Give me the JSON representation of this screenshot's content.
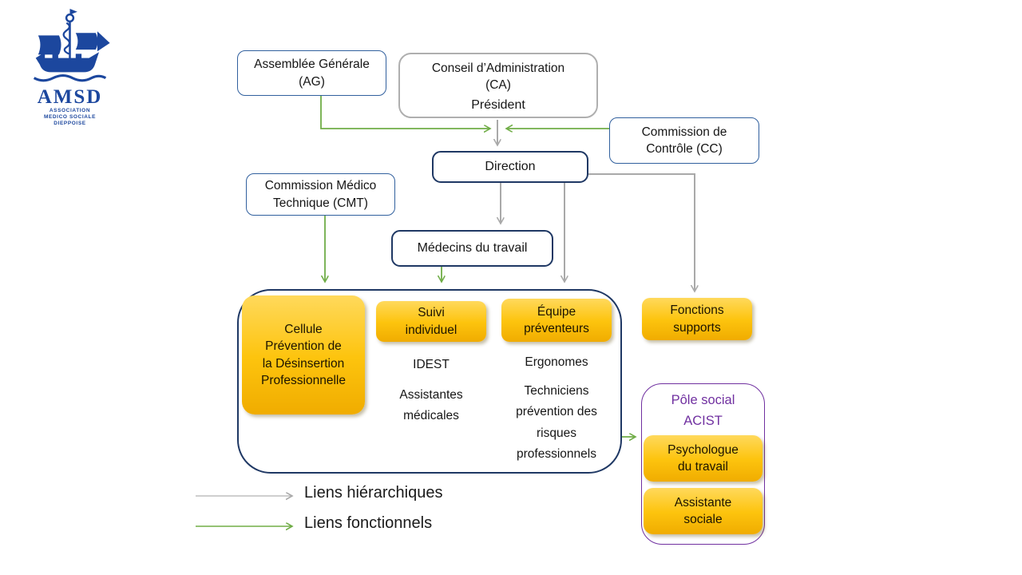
{
  "logo": {
    "abbr": "AMSD",
    "sub1": "ASSOCIATION",
    "sub2": "MEDICO SOCIALE",
    "sub3": "DIEPPOISE"
  },
  "boxes": {
    "ag": "Assemblée Générale\n(AG)",
    "ca_title": "Conseil d’Administration\n(CA)",
    "ca_role": "Président",
    "cc": "Commission de\nContrôle (CC)",
    "direction": "Direction",
    "cmt": "Commission Médico\nTechnique (CMT)",
    "medecins": "Médecins du travail",
    "cellule": "Cellule\nPrévention de\nla Désinsertion\nProfessionnelle",
    "suivi": "Suivi\nindividuel",
    "suivi_sub1": "IDEST",
    "suivi_sub2": "Assistantes\nmédicales",
    "equipe": "Équipe\npréventeurs",
    "equipe_sub1": "Ergonomes",
    "equipe_sub2": "Techniciens\nprévention des\nrisques\nprofessionnels",
    "fonctions": "Fonctions\nsupports",
    "pole_title": "Pôle social\nACIST",
    "pole_item1": "Psychologue\ndu travail",
    "pole_item2": "Assistante\nsociale"
  },
  "legend": {
    "hierarchical": "Liens hiérarchiques",
    "functional": "Liens fonctionnels"
  },
  "colors": {
    "navy_border": "#1F3864",
    "steel_blue_border": "#31609E",
    "gray_link": "#A9A9A9",
    "green_link": "#70AD47",
    "purple": "#7030A0",
    "gold_top": "#FFD95C",
    "gold_bottom": "#F0AC00",
    "logo_blue": "#1C479E"
  }
}
